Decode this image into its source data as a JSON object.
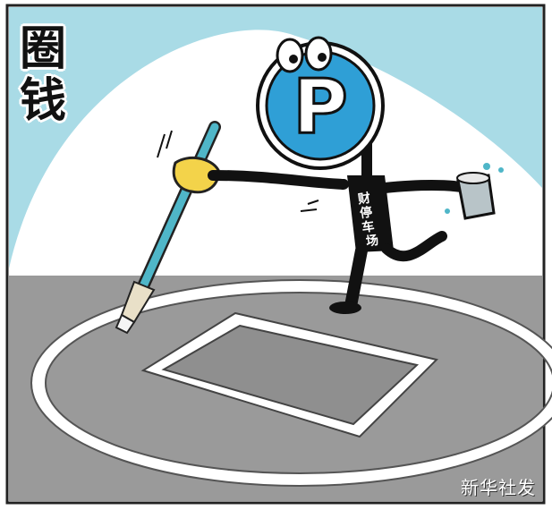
{
  "title": {
    "line1": "圈",
    "line2": "钱"
  },
  "sign": {
    "letter": "P",
    "body_text": "财停车场"
  },
  "credit": "新华社发",
  "colors": {
    "sky": "#a9dbe6",
    "ground": "#9a9a9a",
    "sign_blue": "#2f9fd6",
    "brush_handle": "#4fb6c8",
    "glove": "#f3d34a"
  },
  "icons": [
    "parking-sign-character",
    "paint-brush",
    "paint-bucket"
  ]
}
